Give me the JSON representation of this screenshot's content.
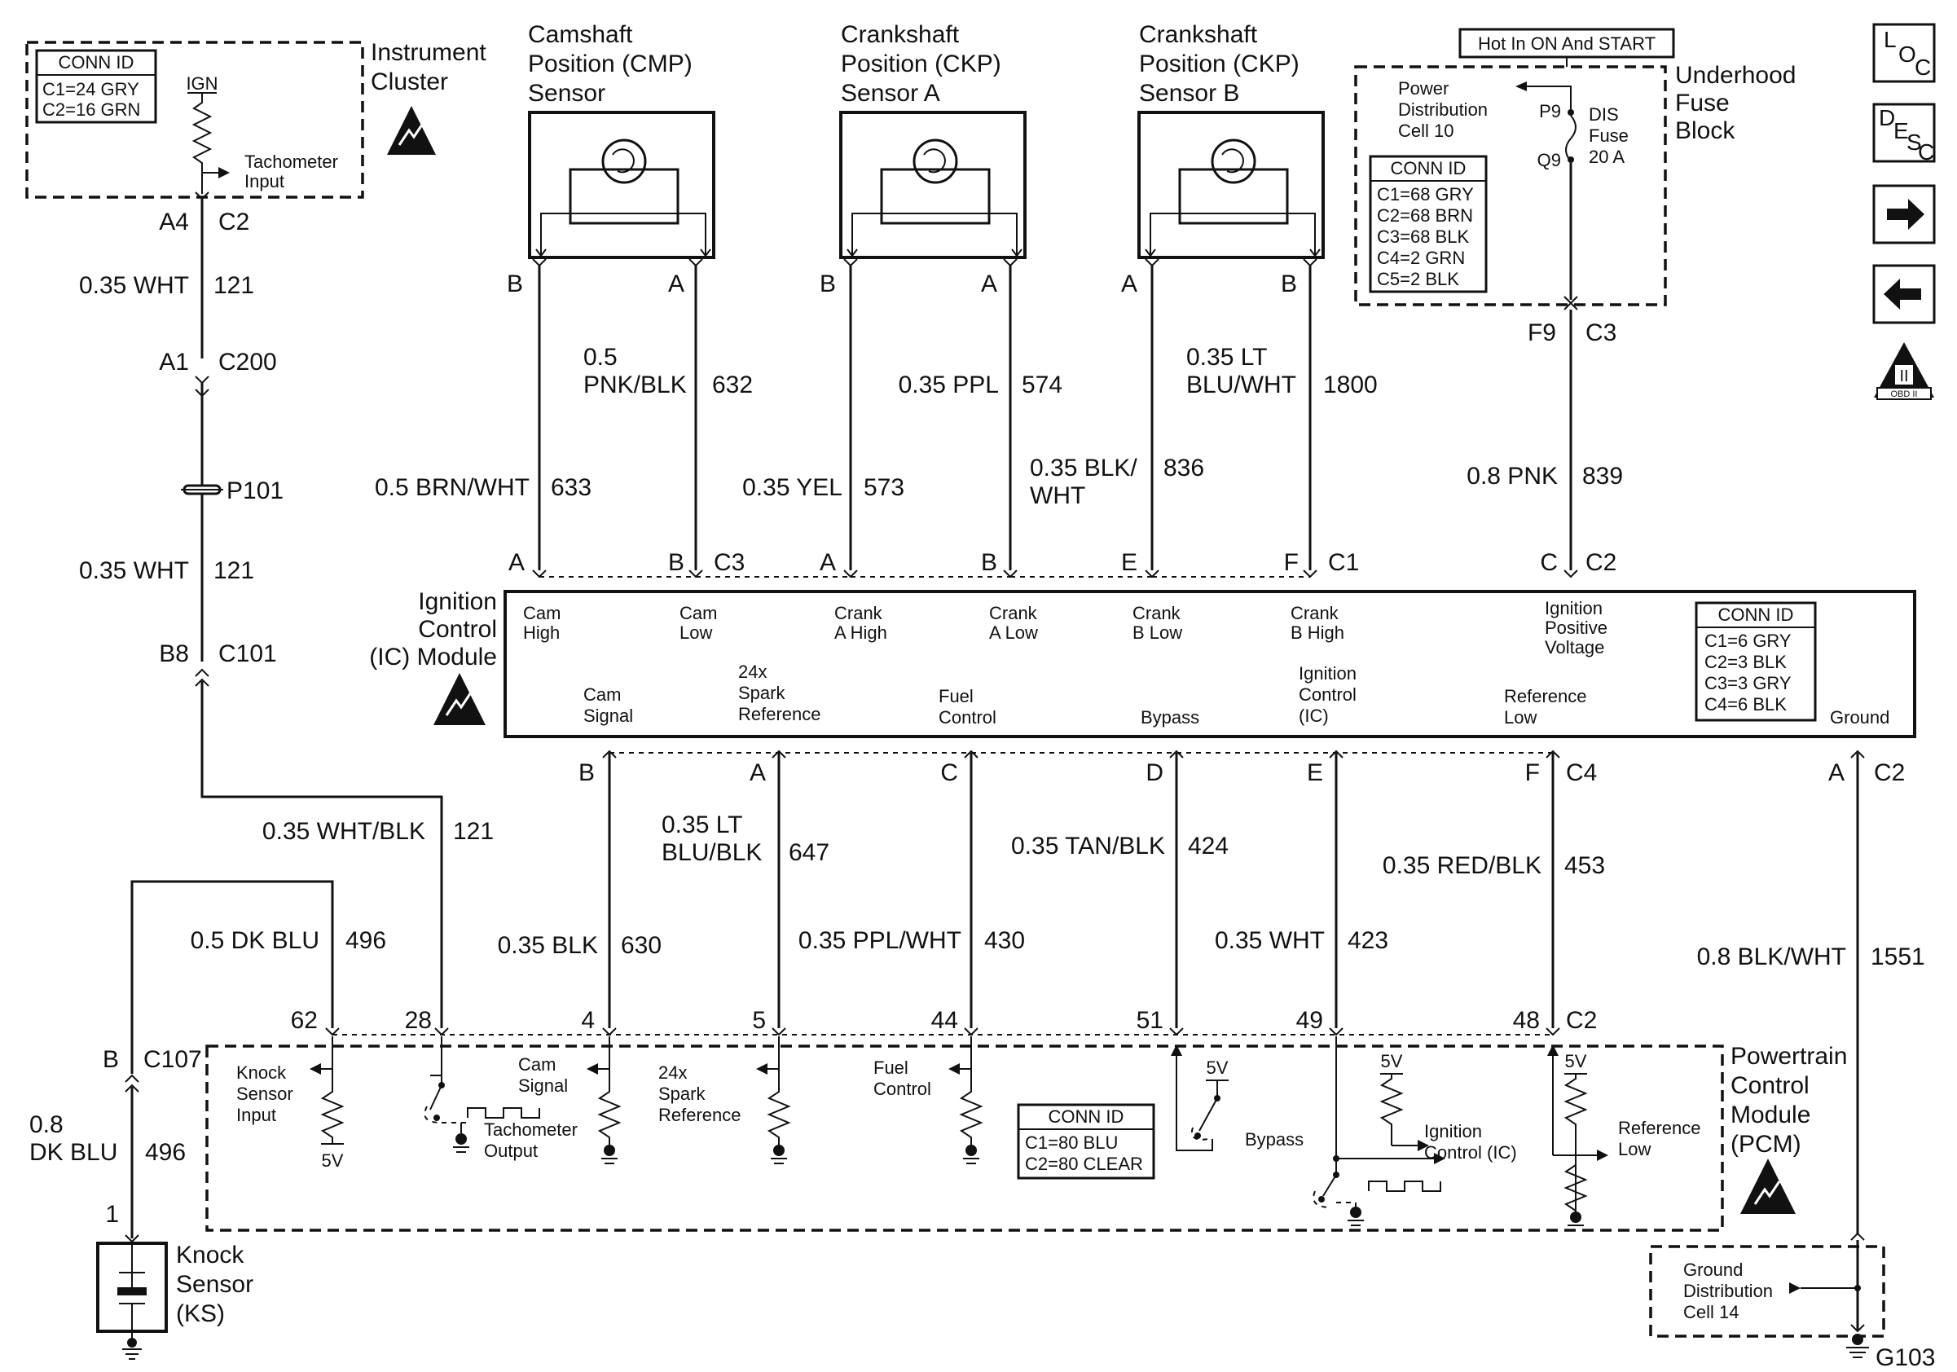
{
  "instrument_cluster": {
    "title_line1": "Instrument",
    "title_line2": "Cluster",
    "conn_id_header": "CONN ID",
    "conn_id_rows": [
      "C1=24 GRY",
      "C2=16 GRN"
    ],
    "ign_label": "IGN",
    "tach_label_1": "Tachometer",
    "tach_label_2": "Input"
  },
  "tach_circuit": {
    "pin_a4": "A4",
    "conn_c2": "C2",
    "wire1_gauge": "0.35 WHT",
    "wire1_num": "121",
    "pin_a1": "A1",
    "conn_c200": "C200",
    "splice": "P101",
    "wire2_gauge": "0.35 WHT",
    "wire2_num": "121",
    "pin_b8": "B8",
    "conn_c101": "C101",
    "wire3_gauge": "0.35 WHT/BLK",
    "wire3_num": "121"
  },
  "cmp_sensor": {
    "title_line1": "Camshaft",
    "title_line2": "Position (CMP)",
    "title_line3": "Sensor",
    "pin_left": "B",
    "pin_right": "A",
    "wire_a_gauge_1": "0.5",
    "wire_a_gauge_2": "PNK/BLK",
    "wire_a_num": "632",
    "wire_b_gauge": "0.5 BRN/WHT",
    "wire_b_num": "633",
    "ic_pin_a": "A",
    "ic_pin_b": "B",
    "ic_conn": "C3"
  },
  "ckp_a_sensor": {
    "title_line1": "Crankshaft",
    "title_line2": "Position (CKP)",
    "title_line3": "Sensor A",
    "pin_left": "B",
    "pin_right": "A",
    "wire_a_gauge": "0.35 PPL",
    "wire_a_num": "574",
    "wire_b_gauge": "0.35 YEL",
    "wire_b_num": "573",
    "ic_pin_a": "A",
    "ic_pin_b": "B"
  },
  "ckp_b_sensor": {
    "title_line1": "Crankshaft",
    "title_line2": "Position (CKP)",
    "title_line3": "Sensor B",
    "pin_left": "A",
    "pin_right": "B",
    "wire_a_gauge_1": "0.35 BLK/",
    "wire_a_gauge_2": "WHT",
    "wire_a_num": "836",
    "wire_b_gauge_1": "0.35 LT",
    "wire_b_gauge_2": "BLU/WHT",
    "wire_b_num": "1800",
    "ic_pin_e": "E",
    "ic_pin_f": "F",
    "ic_conn": "C1"
  },
  "fuse_block": {
    "hot_label": "Hot In ON And START",
    "title_line1": "Underhood",
    "title_line2": "Fuse",
    "title_line3": "Block",
    "power_dist_1": "Power",
    "power_dist_2": "Distribution",
    "power_dist_3": "Cell 10",
    "pin_p9": "P9",
    "pin_q9": "Q9",
    "fuse_1": "DIS",
    "fuse_2": "Fuse",
    "fuse_3": "20 A",
    "conn_id_header": "CONN ID",
    "conn_id_rows": [
      "C1=68 GRY",
      "C2=68 BRN",
      "C3=68 BLK",
      "C4=2 GRN",
      "C5=2 BLK"
    ],
    "pin_f9": "F9",
    "conn_c3": "C3",
    "wire_gauge": "0.8 PNK",
    "wire_num": "839",
    "ic_pin_c": "C",
    "ic_conn": "C2"
  },
  "icons": {
    "loc_top": "L",
    "loc_mid": "O",
    "loc_sub": "C",
    "desc_top": "D",
    "desc_mid": "E",
    "desc_s": "S",
    "desc_sub": "C",
    "obd_roman": "II",
    "obd_text": "OBD II",
    "names": [
      "loc-icon",
      "desc-icon",
      "next-arrow-icon",
      "prev-arrow-icon",
      "obd2-icon",
      "esd-icon"
    ]
  },
  "ic_module": {
    "title_line1": "Ignition",
    "title_line2": "Control",
    "title_line3": "(IC) Module",
    "top_pins": [
      {
        "l1": "Cam",
        "l2": "High"
      },
      {
        "l1": "Cam",
        "l2": "Low"
      },
      {
        "l1": "Crank",
        "l2": "A High"
      },
      {
        "l1": "Crank",
        "l2": "A Low"
      },
      {
        "l1": "Crank",
        "l2": "B Low"
      },
      {
        "l1": "Crank",
        "l2": "B High"
      },
      {
        "l1": "Ignition",
        "l2": "Positive",
        "l3": "Voltage"
      }
    ],
    "bottom_pins": [
      {
        "l1": "Cam",
        "l2": "Signal"
      },
      {
        "l1": "24x",
        "l2": "Spark",
        "l3": "Reference"
      },
      {
        "l1": "Fuel",
        "l2": "Control"
      },
      {
        "l1": "Bypass"
      },
      {
        "l1": "Ignition",
        "l2": "Control",
        "l3": "(IC)"
      },
      {
        "l1": "Reference",
        "l2": "Low"
      },
      {
        "l1": "Ground"
      }
    ],
    "conn_id_header": "CONN ID",
    "conn_id_rows": [
      "C1=6 GRY",
      "C2=3 BLK",
      "C3=3 GRY",
      "C4=6 BLK"
    ]
  },
  "ic_to_pcm": {
    "ic_pins": [
      "B",
      "A",
      "C",
      "D",
      "E",
      "F"
    ],
    "ic_conn": "C4",
    "ground_pin": "A",
    "ground_conn": "C2",
    "wires": [
      {
        "gauge": "0.35 BLK",
        "num": "630"
      },
      {
        "gauge_1": "0.35 LT",
        "gauge_2": "BLU/BLK",
        "num": "647"
      },
      {
        "gauge": "0.35 PPL/WHT",
        "num": "430"
      },
      {
        "gauge": "0.35 TAN/BLK",
        "num": "424"
      },
      {
        "gauge": "0.35 WHT",
        "num": "423"
      },
      {
        "gauge": "0.35 RED/BLK",
        "num": "453"
      },
      {
        "gauge": "0.8 BLK/WHT",
        "num": "1551"
      }
    ],
    "pcm_pins": [
      "62",
      "28",
      "4",
      "5",
      "44",
      "51",
      "49",
      "48"
    ],
    "pcm_conn": "C2"
  },
  "knock": {
    "wire_gauge": "0.5 DK BLU",
    "wire_num": "496",
    "pin_b": "B",
    "conn": "C107",
    "wire2_gauge_1": "0.8",
    "wire2_gauge_2": "DK BLU",
    "wire2_num": "496",
    "pin_1": "1",
    "title_line1": "Knock",
    "title_line2": "Sensor",
    "title_line3": "(KS)"
  },
  "pcm": {
    "title_line1": "Powertrain",
    "title_line2": "Control",
    "title_line3": "Module",
    "title_line4": "(PCM)",
    "ks_input_1": "Knock",
    "ks_input_2": "Sensor",
    "ks_input_3": "Input",
    "five_v": "5V",
    "tach_out_1": "Tachometer",
    "tach_out_2": "Output",
    "cam_sig_1": "Cam",
    "cam_sig_2": "Signal",
    "spark_1": "24x",
    "spark_2": "Spark",
    "spark_3": "Reference",
    "fuel_1": "Fuel",
    "fuel_2": "Control",
    "conn_id_header": "CONN ID",
    "conn_id_rows": [
      "C1=80 BLU",
      "C2=80 CLEAR"
    ],
    "bypass": "Bypass",
    "ic_1": "Ignition",
    "ic_2": "Control (IC)",
    "ref_1": "Reference",
    "ref_2": "Low"
  },
  "ground": {
    "dist_1": "Ground",
    "dist_2": "Distribution",
    "dist_3": "Cell 14",
    "ground_id": "G103"
  }
}
